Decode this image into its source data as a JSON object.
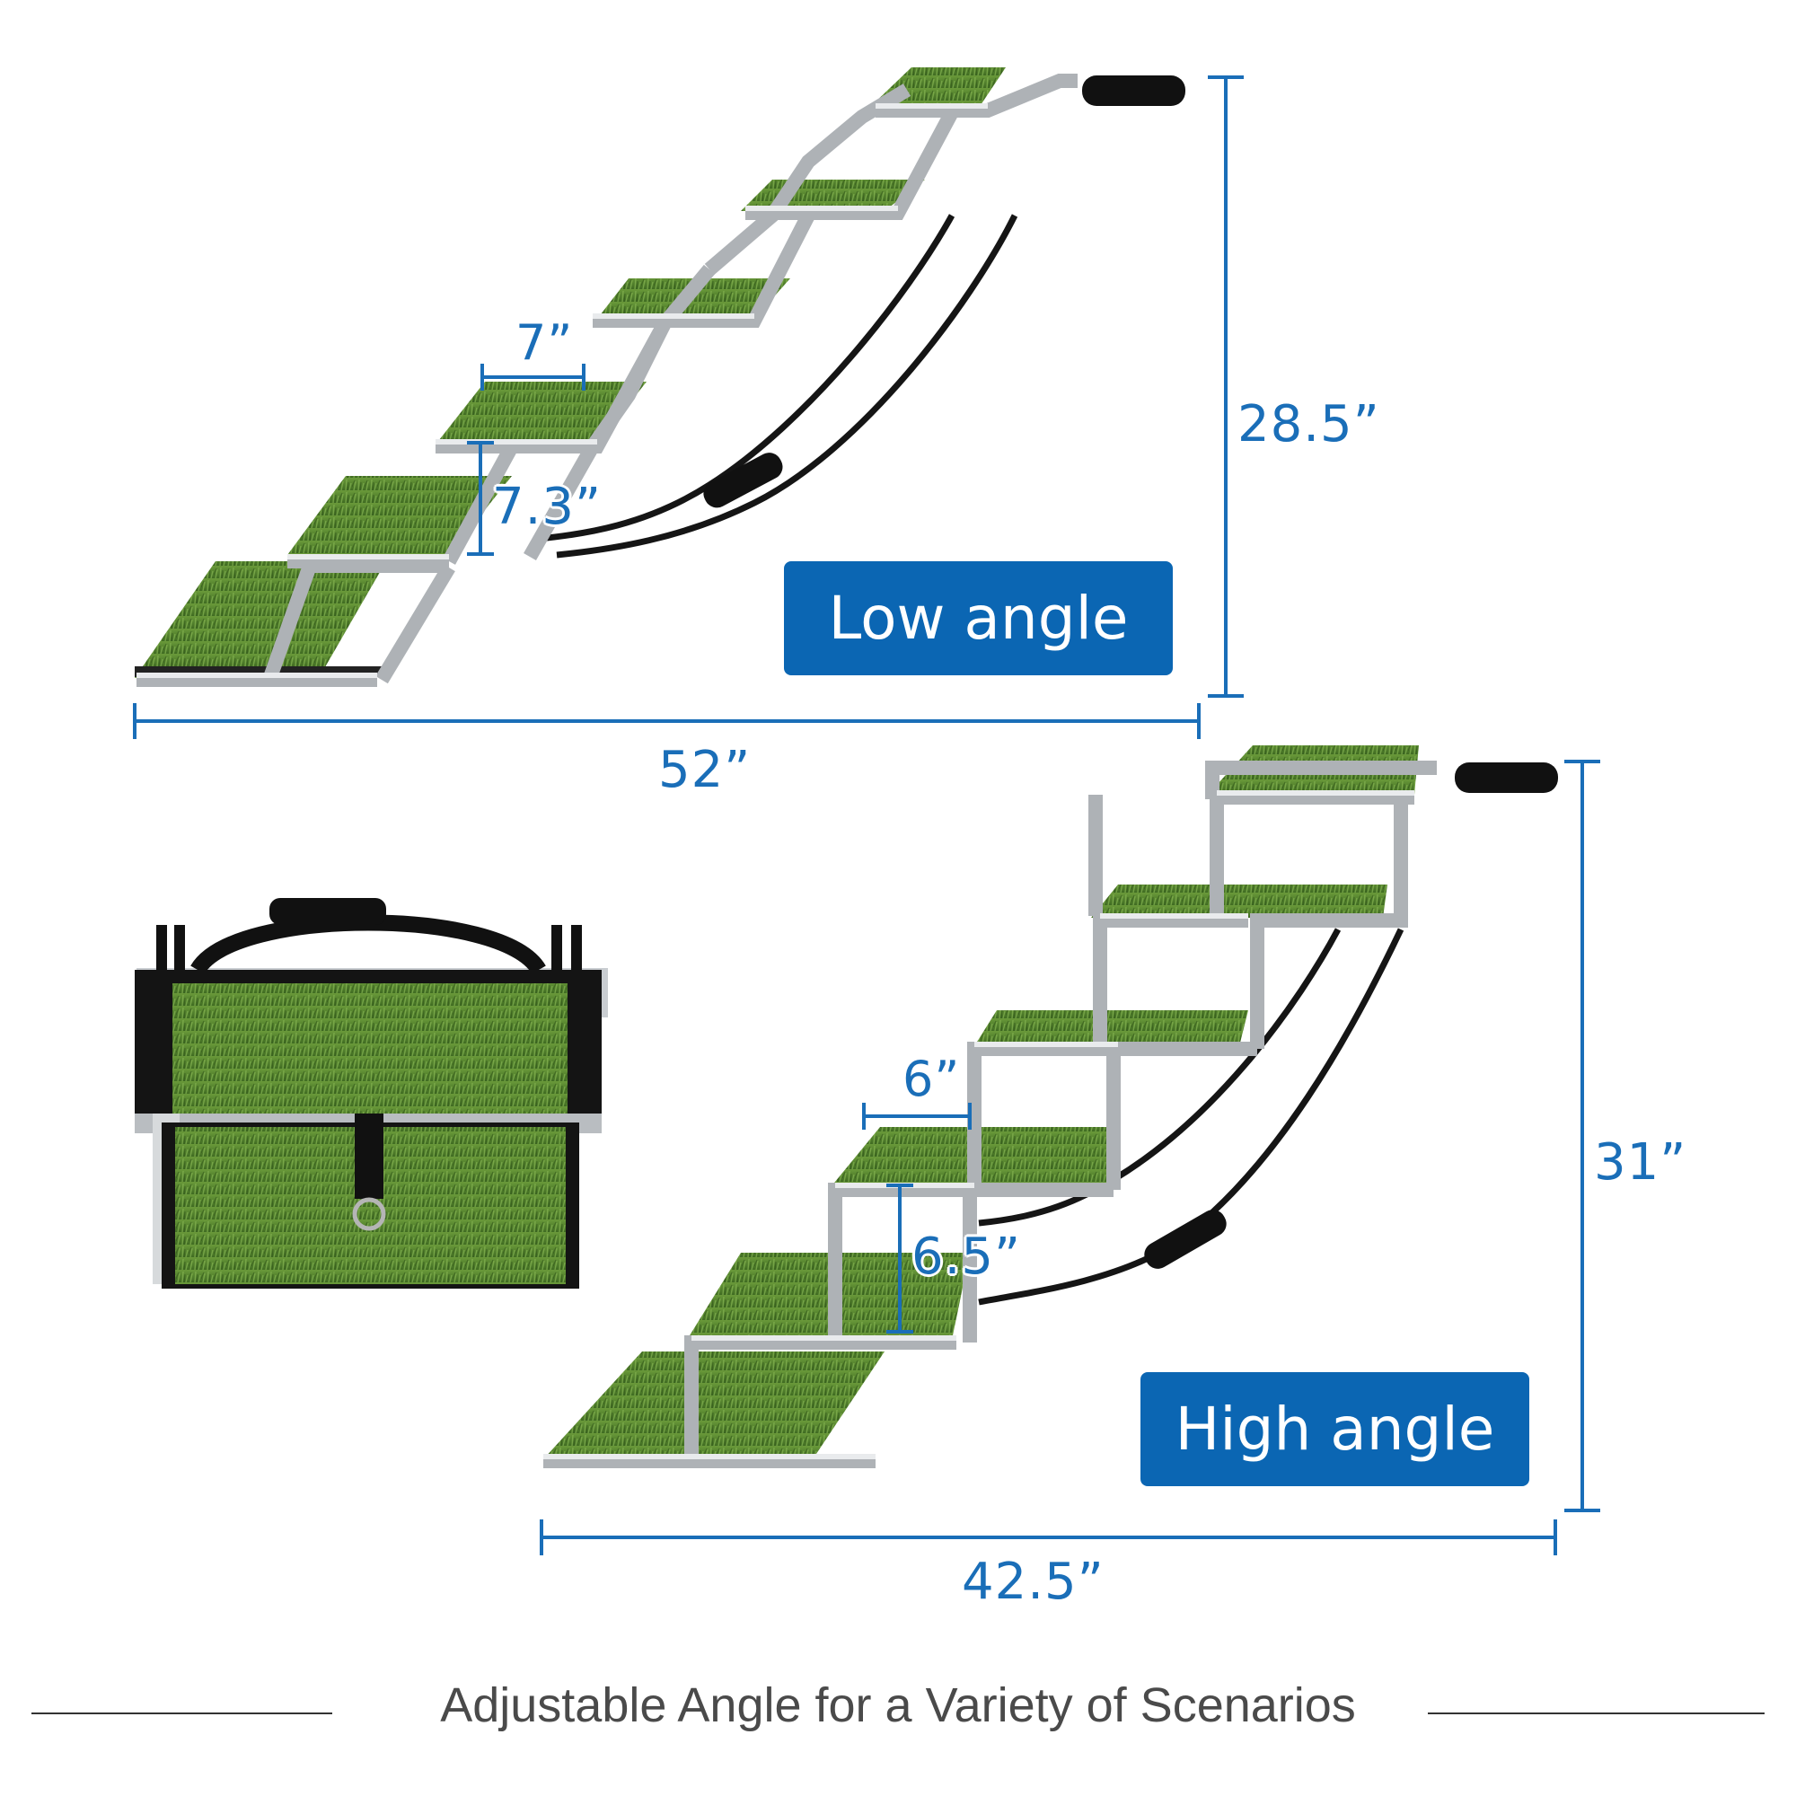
{
  "colors": {
    "accent": "#0b66b3",
    "dimension_line": "#1a6eb8",
    "frame": "#bfc3c6",
    "turf": "#4f7f2c",
    "strap": "#151515"
  },
  "low_angle": {
    "badge": "Low angle",
    "length": "52”",
    "height": "28.5”",
    "step_depth": "7”",
    "step_rise": "7.3”"
  },
  "high_angle": {
    "badge": "High angle",
    "length": "42.5”",
    "height": "31”",
    "step_depth": "6”",
    "step_rise": "6.5”"
  },
  "footer": {
    "caption": "Adjustable Angle for a Variety of Scenarios"
  },
  "icons": {
    "low_stairs": "folding-pet-stairs-low-angle",
    "high_stairs": "folding-pet-stairs-high-angle",
    "folded_box": "folded-pet-stairs-carry-case"
  }
}
